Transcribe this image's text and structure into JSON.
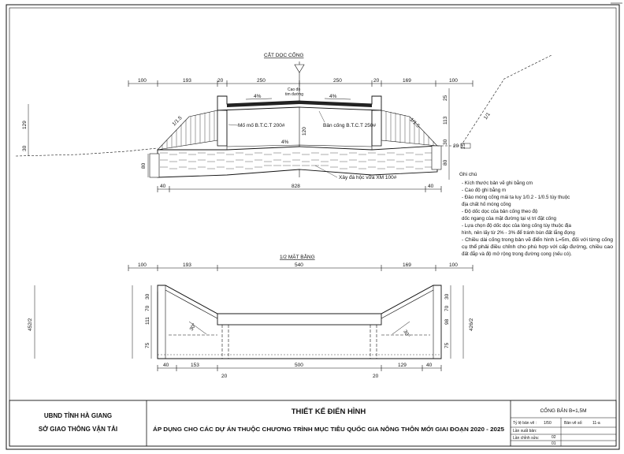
{
  "section": {
    "title": "CẮT DỌC CỐNG",
    "top_dims": [
      "100",
      "193",
      "20",
      "250",
      "250",
      "20",
      "169",
      "100"
    ],
    "slopes": [
      "4%",
      "4%",
      "4%"
    ],
    "slope_ratios": [
      "1/1.5",
      "1/1.5",
      "1/1"
    ],
    "center_label": [
      "Cao độ",
      "tim đường"
    ],
    "labels": {
      "wing_wall": "Mố mố B.T.C.T 200#",
      "deck": "Bản cống B.T.C.T 250#",
      "base": "Xây đá hộc vữa XM 100#"
    },
    "left_dims": [
      "129",
      "30",
      "80"
    ],
    "right_dims": [
      "25",
      "113",
      "30",
      "80",
      "20",
      "25"
    ],
    "mid_dim": "120",
    "bottom_dims": [
      "40",
      "828",
      "40"
    ]
  },
  "plan": {
    "title": "1/2 MẶT BẰNG",
    "top_dims": [
      "100",
      "193",
      "540",
      "169",
      "100"
    ],
    "left_dims": [
      "30",
      "70",
      "111",
      "75",
      "452/2"
    ],
    "right_dims": [
      "30",
      "70",
      "98",
      "75",
      "426/2"
    ],
    "angle": "30°",
    "bottom_dims": [
      "40",
      "153",
      "500",
      "129",
      "40"
    ],
    "bottom_small": [
      "20",
      "20"
    ]
  },
  "notes": {
    "title": "Ghi chú",
    "items": [
      "- Kích thước bản vẽ ghi bằng cm",
      "- Cao độ ghi bằng m",
      "- Đào móng cống mái ta luy 1/0.2 - 1/0.5 tùy thuộc",
      "địa chất hố móng cống",
      "- Độ dốc dọc của bản cống theo độ",
      "dốc ngang của mặt đường tại vị trí đặt cống",
      "- Lựa chọn độ dốc dọc của lòng cống tùy thuộc địa",
      "hình, nên lấy từ 2% - 3% để tránh bùn đất lắng đọng",
      "- Chiều dài cống trong bản vẽ điển hình L=5m, đối với từng cống",
      "cụ thể phải điều chỉnh cho phù hợp với cấp đường, chiều cao",
      "đất đắp và độ mở rộng trong đường cong (nếu có)."
    ]
  },
  "titleblock": {
    "org_line1": "UBND TỈNH HÀ GIANG",
    "org_line2": "SỞ GIAO THÔNG VẬN TẢI",
    "main_title": "THIẾT KẾ ĐIỂN HÌNH",
    "subtitle": "ÁP DỤNG CHO CÁC DỰ ÁN THUỘC CHƯƠNG TRÌNH MỤC TIÊU QUỐC GIA NÔNG THÔN MỚI GIAI ĐOẠN 2020 - 2025",
    "drawing_name": "CỐNG BẢN B=1,5M",
    "scale_label": "Tỷ lệ bản vẽ :",
    "scale_value": "1/50",
    "sheet_label": "Bản vẽ số:",
    "sheet_value": "11-a",
    "issue_label": "Lần xuất bản:",
    "issue_value": "02",
    "rev_label": "Lần chỉnh sửa:",
    "rev_value": "01"
  }
}
